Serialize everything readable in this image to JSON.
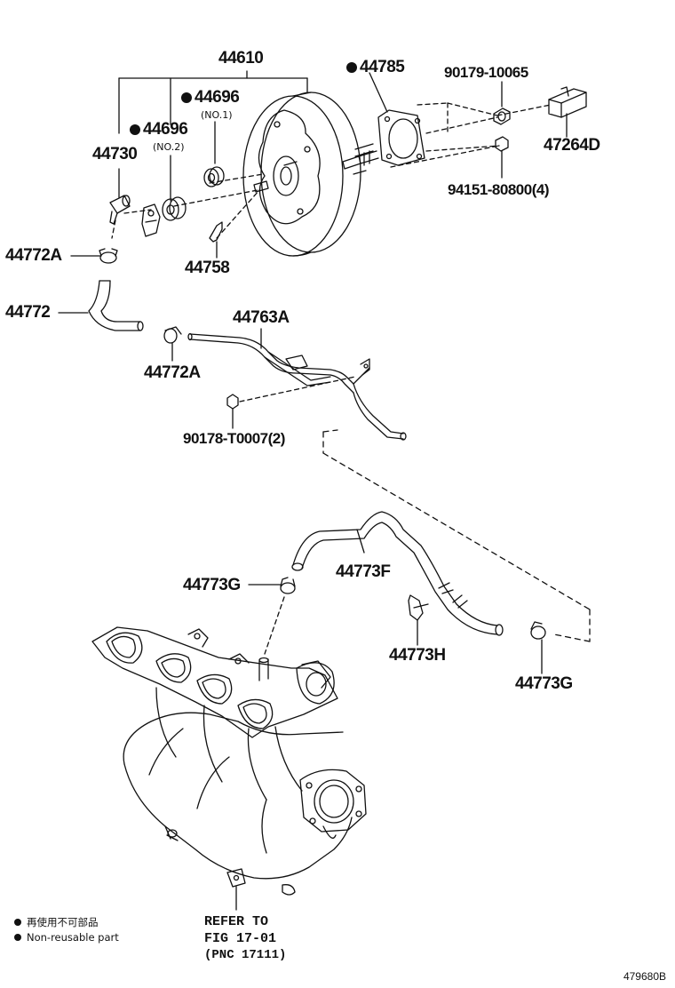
{
  "labels": {
    "p44610": "44610",
    "p44785": "44785",
    "p90179": "90179-10065",
    "p44696_1": "44696",
    "p44696_1_sub": "(NO.1)",
    "p44696_2": "44696",
    "p44696_2_sub": "(NO.2)",
    "p44730": "44730",
    "p47264d": "47264D",
    "p94151": "94151-80800(4)",
    "p44772a_top": "44772A",
    "p44758": "44758",
    "p44772": "44772",
    "p44763a": "44763A",
    "p44772a_mid": "44772A",
    "p90178": "90178-T0007(2)",
    "p44773g_left": "44773G",
    "p44773f": "44773F",
    "p44773h": "44773H",
    "p44773g_right": "44773G"
  },
  "reference": {
    "line1": "REFER TO",
    "line2": "FIG 17-01",
    "line3": "(PNC 17111)"
  },
  "legend": {
    "reusable_jp": "再使用不可部品",
    "reusable_en": "Non-reusable part"
  },
  "figure_id": "479680B"
}
